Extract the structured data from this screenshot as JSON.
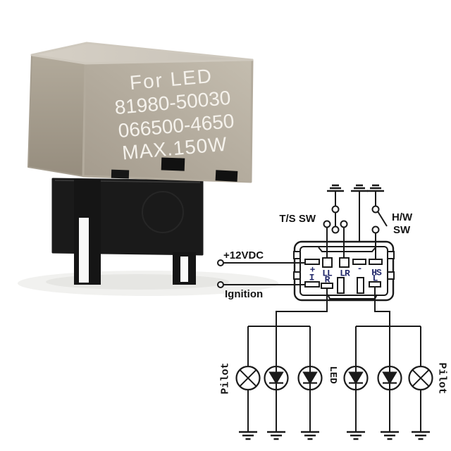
{
  "relay": {
    "line1": "For LED",
    "line2": "81980-50030",
    "line3": "066500-4650",
    "line4": "MAX.150W"
  },
  "diagram": {
    "switches": {
      "turn_signal": "T/S SW",
      "hazard_line1": "H/W",
      "hazard_line2": "SW"
    },
    "inputs": {
      "power": "+12VDC",
      "ignition": "Ignition"
    },
    "pins": {
      "plus": "+",
      "ll": "LL",
      "lr": "LR",
      "minus": "-",
      "hs": "HS",
      "ignition": "I",
      "right": "R",
      "left": "L"
    },
    "loads": {
      "pilot_left": "Pilot",
      "led": "LED",
      "pilot_right": "Pilot"
    }
  },
  "colors": {
    "line": "#1a1a1a",
    "pin_label": "#23296b",
    "cover_top": "#cfc9be",
    "cover_front": "#b8b1a3",
    "cover_side": "#a59d8f",
    "base_black": "#181818",
    "relay_text": "#f5f2ec"
  }
}
